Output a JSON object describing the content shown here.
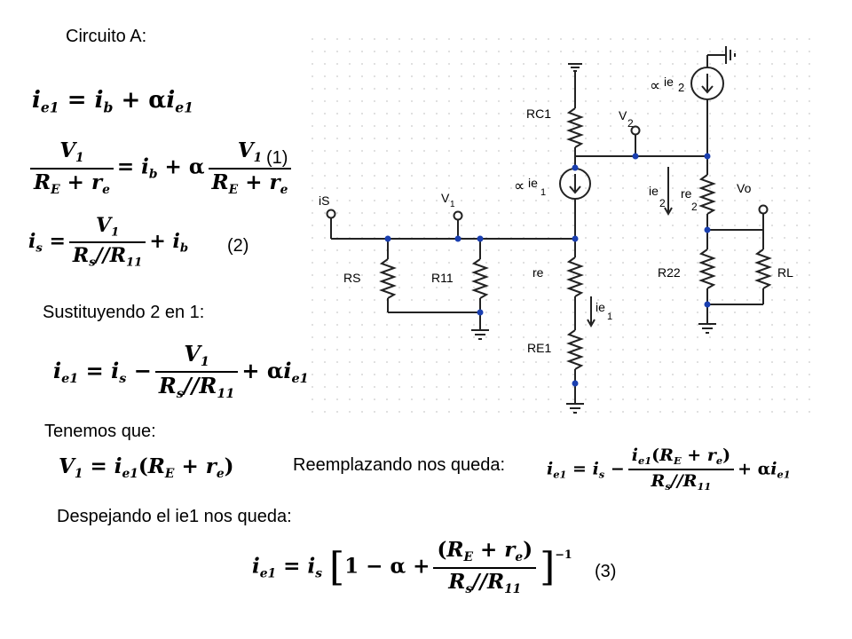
{
  "title": "Circuito A:",
  "labels": {
    "sustituyendo": "Sustituyendo 2 en 1:",
    "tenemos": "Tenemos que:",
    "reemplazando": "Reemplazando nos queda:",
    "despejando": "Despejando el ie1 nos queda:",
    "eq_num_1": "(1)",
    "eq_num_2": "(2)",
    "eq_num_3": "(3)"
  },
  "equations": {
    "eq_a": "i_e1 = i_b + α i_e1",
    "eq_1": "V1/(R_E + r_e) = i_b + α V1/(R_E + r_e)",
    "eq_2": "i_s = V1/(R_s//R_11) + i_b",
    "eq_sub": "i_e1 = i_s − V1/(R_s//R_11) + α i_e1",
    "eq_v1": "V1 = i_e1(R_E + r_e)",
    "eq_reemp": "i_e1 = i_s − i_e1(R_E + r_e)/(R_s//R_11) + α i_e1",
    "eq_3": "i_e1 = i_s [1 − α + (R_E + r_e)/(R_s//R_11)]^−1"
  },
  "circuit": {
    "components": {
      "rc1": "RC1",
      "rs": "RS",
      "r11": "R11",
      "re": "re",
      "re1": "RE1",
      "r22": "R22",
      "rl": "RL",
      "re2_main": "re",
      "re2_sub": "2",
      "ie2_main": "ie",
      "ie2_sub": "2",
      "src1_alpha": "∝",
      "src1_main": "ie",
      "src1_sub": "1",
      "src2_alpha": "∝",
      "src2_main": "ie",
      "src2_sub": "2",
      "ie1_main": "ie",
      "ie1_sub": "1"
    },
    "nodes": {
      "is": "iS",
      "v1_main": "V",
      "v1_sub": "1",
      "v2_main": "V",
      "v2_sub": "2",
      "vo": "Vo"
    }
  }
}
